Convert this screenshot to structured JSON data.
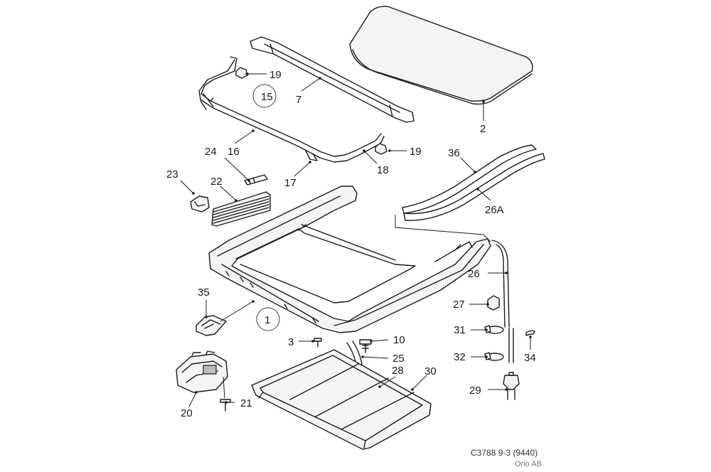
{
  "labels": {
    "l1": "1",
    "l2": "2",
    "l3": "3",
    "l7": "7",
    "l10": "10",
    "l15": "15",
    "l16": "16",
    "l17": "17",
    "l18": "18",
    "l19a": "19",
    "l19b": "19",
    "l20": "20",
    "l21": "21",
    "l22": "22",
    "l23": "23",
    "l24": "24",
    "l25": "25",
    "l26": "26",
    "l26a": "26A",
    "l27": "27",
    "l28": "28",
    "l29": "29",
    "l30": "30",
    "l31": "31",
    "l32": "32",
    "l34": "34",
    "l35": "35",
    "l36": "36"
  },
  "reference": {
    "code": "C3788 9-3 (9440)",
    "company": "Orio AB"
  }
}
